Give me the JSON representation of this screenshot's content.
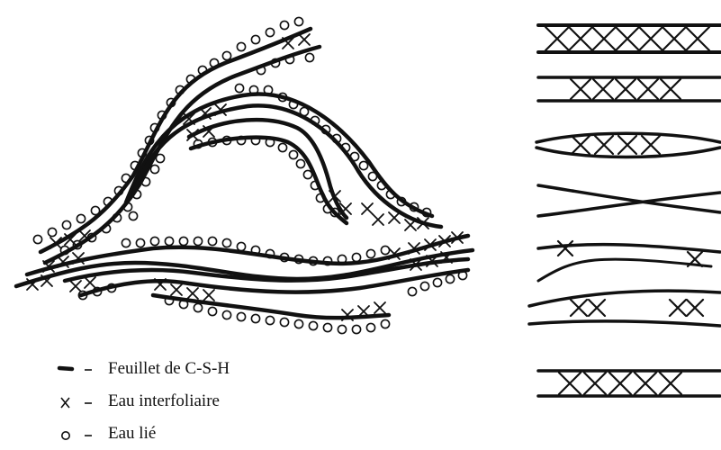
{
  "legend": [
    {
      "symbol": "sheet-symbol",
      "text": "Feuillet de C-S-H"
    },
    {
      "symbol": "cross-symbol",
      "text": "Eau interfoliaire"
    },
    {
      "symbol": "circle-symbol",
      "text": "Eau lié"
    }
  ],
  "colors": {
    "ink": "#111111",
    "background": "#ffffff"
  }
}
